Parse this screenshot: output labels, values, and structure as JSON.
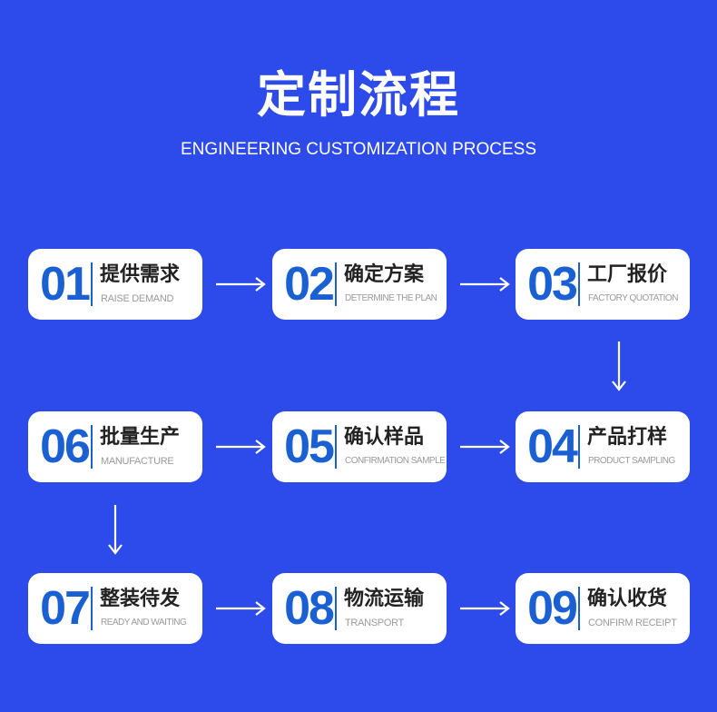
{
  "header": {
    "title": "定制流程",
    "subtitle": "ENGINEERING CUSTOMIZATION PROCESS"
  },
  "steps": [
    {
      "num": "01",
      "cn": "提供需求",
      "en": "RAISE DEMAND"
    },
    {
      "num": "02",
      "cn": "确定方案",
      "en": "DETERMINE THE PLAN"
    },
    {
      "num": "03",
      "cn": "工厂报价",
      "en": "FACTORY QUOTATION"
    },
    {
      "num": "04",
      "cn": "产品打样",
      "en": "PRODUCT SAMPLING"
    },
    {
      "num": "05",
      "cn": "确认样品",
      "en": "CONFIRMATION SAMPLE"
    },
    {
      "num": "06",
      "cn": "批量生产",
      "en": "MANUFACTURE"
    },
    {
      "num": "07",
      "cn": "整装待发",
      "en": "READY AND WAITING"
    },
    {
      "num": "08",
      "cn": "物流运输",
      "en": "TRANSPORT"
    },
    {
      "num": "09",
      "cn": "确认收货",
      "en": "CONFIRM RECEIPT"
    }
  ],
  "colors": {
    "background": "#2d4bea",
    "number": "#1a60d3",
    "card": "#ffffff",
    "arrow": "#ffffff"
  },
  "icons": {
    "arrow_right": "arrow-right-icon",
    "arrow_down": "arrow-down-icon"
  }
}
